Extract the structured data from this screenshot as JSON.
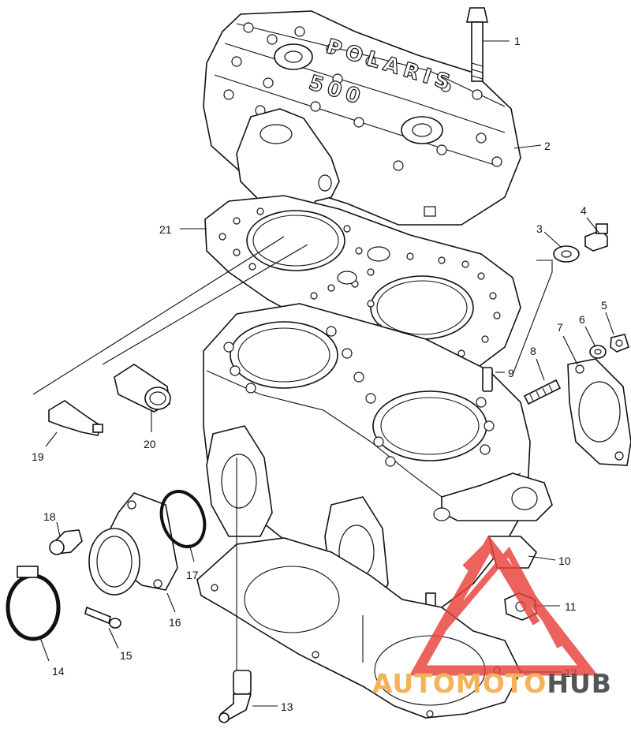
{
  "cover_text": {
    "brand": "POLARIS",
    "model": "500"
  },
  "callouts": [
    {
      "n": "1"
    },
    {
      "n": "2"
    },
    {
      "n": "3"
    },
    {
      "n": "4"
    },
    {
      "n": "5"
    },
    {
      "n": "6"
    },
    {
      "n": "7"
    },
    {
      "n": "8"
    },
    {
      "n": "9"
    },
    {
      "n": "10"
    },
    {
      "n": "11"
    },
    {
      "n": "12"
    },
    {
      "n": "13"
    },
    {
      "n": "14"
    },
    {
      "n": "15"
    },
    {
      "n": "16"
    },
    {
      "n": "17"
    },
    {
      "n": "18"
    },
    {
      "n": "19"
    },
    {
      "n": "20"
    },
    {
      "n": "21"
    }
  ],
  "watermark": {
    "text_part1": "AUTOMOTO",
    "text_part2": "HUB",
    "color_primary": "#e8403a",
    "color_accent": "#f3b35a",
    "color_dark": "#555555"
  }
}
